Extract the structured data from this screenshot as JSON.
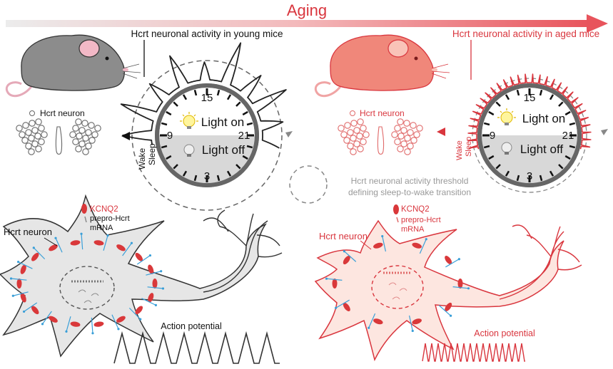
{
  "header": {
    "title": "Aging"
  },
  "young": {
    "title": "Hcrt neuronal activity in young mice",
    "cluster_label": "Hcrt neuron",
    "neuron_label": "Hcrt neuron",
    "clock": {
      "light_on": "Light on",
      "light_off": "Light off",
      "hours": [
        "15",
        "9",
        "21",
        "3"
      ],
      "wake": "Wake",
      "sleep": "Sleep"
    },
    "legend": {
      "kcnq2": "KCNQ2",
      "mrna_line1": "prepro-Hcrt",
      "mrna_line2": "mRNA"
    },
    "ap_label": "Action potential",
    "colors": {
      "stroke": "#333333",
      "fill": "#e6e6e6"
    }
  },
  "aged": {
    "title": "Hcrt neuronal activity in aged mice",
    "cluster_label": "Hcrt neuron",
    "neuron_label": "Hcrt neuron",
    "clock": {
      "light_on": "Light on",
      "light_off": "Light off",
      "hours": [
        "15",
        "9",
        "21",
        "3"
      ],
      "wake": "Wake",
      "sleep": "Sleep"
    },
    "legend": {
      "kcnq2": "KCNQ2",
      "mrna_line1": "prepro-Hcrt",
      "mrna_line2": "mRNA"
    },
    "ap_label": "Action potential",
    "colors": {
      "stroke": "#d9363e",
      "fill": "#fde6e0"
    }
  },
  "threshold_legend": {
    "line1": "Hcrt neuronal activity threshold",
    "line2": "defining sleep-to-wake transition"
  },
  "colors": {
    "kcnq2": "#d9383a",
    "arrows": "#3a9fd8",
    "aging_arrow": "#e96a6e",
    "mouse_young": "#8c8c8c",
    "mouse_aged": "#f0877a"
  }
}
